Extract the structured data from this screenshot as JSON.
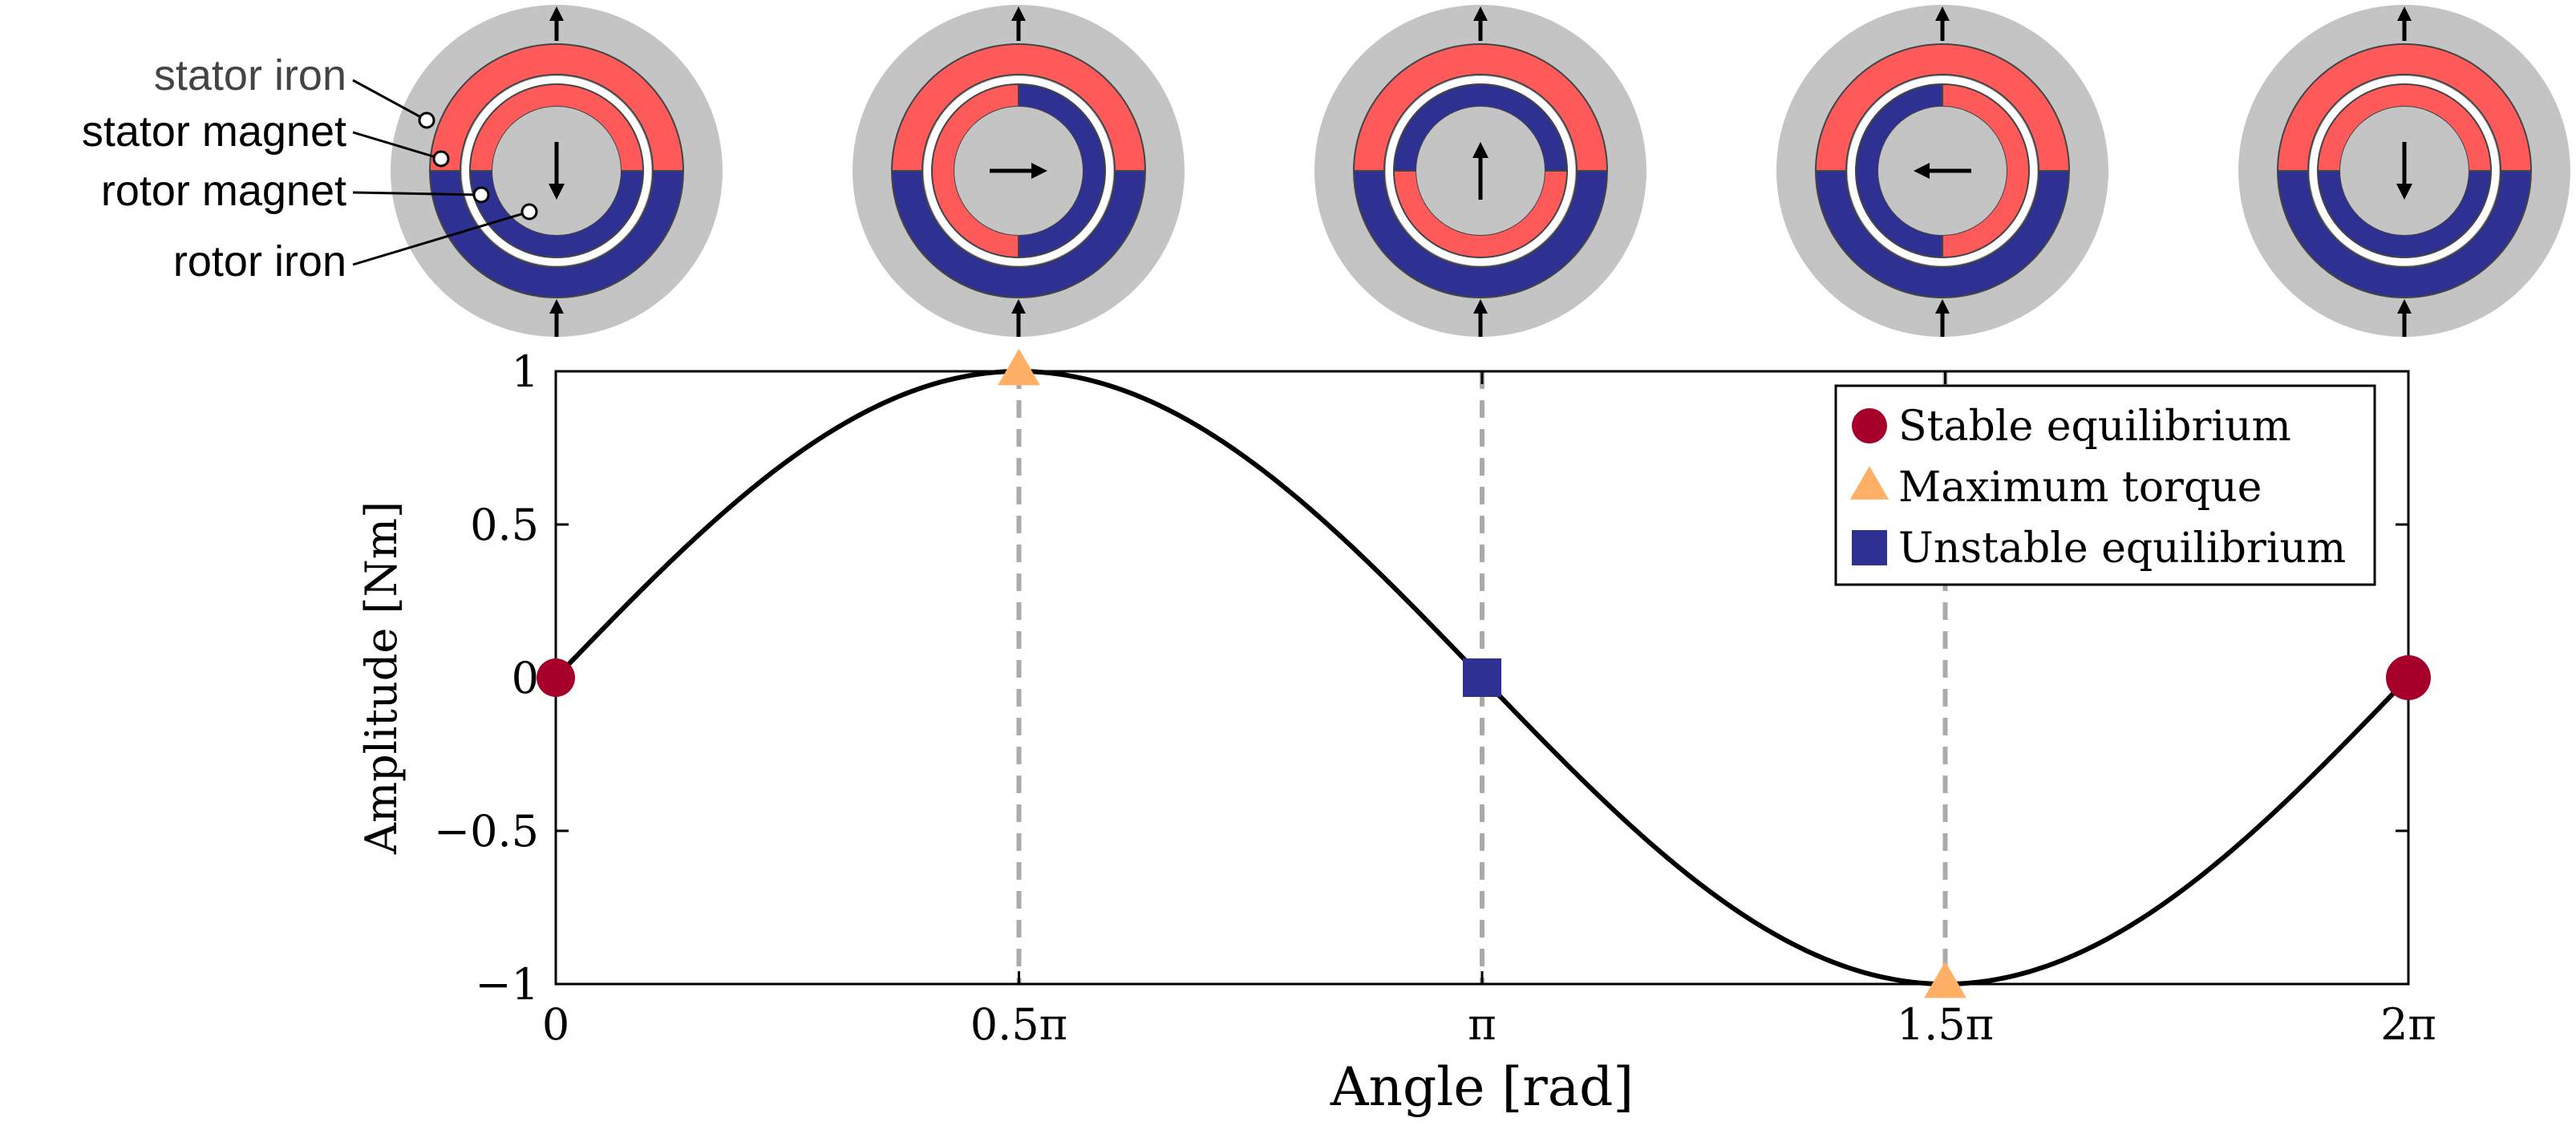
{
  "chart_data": {
    "type": "line",
    "xlabel": "Angle [rad]",
    "ylabel": "Amplitude [Nm]",
    "xlim": [
      0,
      6.283185
    ],
    "ylim": [
      -1,
      1
    ],
    "x_ticks": [
      {
        "value": 0,
        "label": "0"
      },
      {
        "value": 1.570796,
        "label": "0.5π"
      },
      {
        "value": 3.141593,
        "label": "π"
      },
      {
        "value": 4.712389,
        "label": "1.5π"
      },
      {
        "value": 6.283185,
        "label": "2π"
      }
    ],
    "y_ticks": [
      {
        "value": 1,
        "label": "1"
      },
      {
        "value": 0.5,
        "label": "0.5"
      },
      {
        "value": 0,
        "label": "0"
      },
      {
        "value": -0.5,
        "label": "−0.5"
      },
      {
        "value": -1,
        "label": "−1"
      }
    ],
    "curve": {
      "function": "sin",
      "color": "#000000"
    },
    "vlines": [
      1.570796,
      3.141593,
      4.712389
    ],
    "markers": [
      {
        "x": 0,
        "y": 0,
        "kind": "stable"
      },
      {
        "x": 1.570796,
        "y": 1,
        "kind": "max"
      },
      {
        "x": 3.141593,
        "y": 0,
        "kind": "unstable"
      },
      {
        "x": 4.712389,
        "y": -1,
        "kind": "max"
      },
      {
        "x": 6.283185,
        "y": 0,
        "kind": "stable"
      }
    ],
    "legend": {
      "placement": "top-right",
      "entries": [
        {
          "kind": "stable",
          "label": "Stable equilibrium",
          "color": "#a6002a"
        },
        {
          "kind": "max",
          "label": "Maximum torque",
          "color": "#ffb066"
        },
        {
          "kind": "unstable",
          "label": "Unstable equilibrium",
          "color": "#2e3192"
        }
      ]
    },
    "grid": false
  },
  "diagram": {
    "labels": {
      "stator_iron": "stator iron",
      "stator_magnet": "stator magnet",
      "rotor_magnet": "rotor magnet",
      "rotor_iron": "rotor iron"
    },
    "rotor_arrow_directions": [
      "down",
      "right",
      "up",
      "left",
      "down"
    ],
    "colors": {
      "iron": "#c4c4c4",
      "north": "#ff5a5a",
      "south": "#2e3192"
    }
  }
}
